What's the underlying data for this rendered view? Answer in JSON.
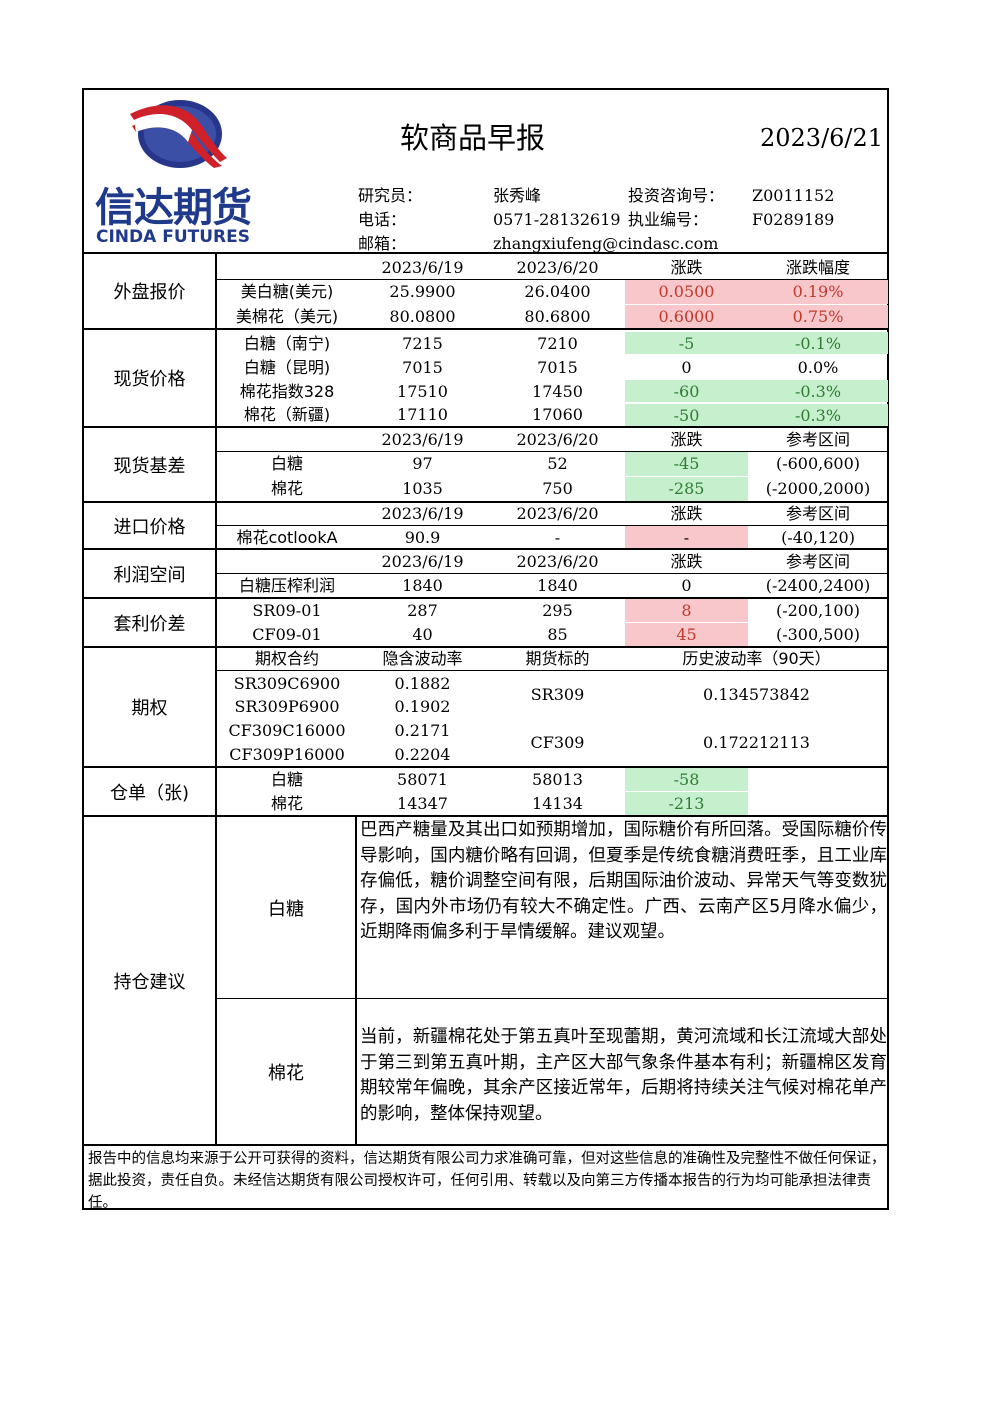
{
  "header": {
    "title": "软商品早报",
    "date": "2023/6/21",
    "logo_cn": "信达期货",
    "logo_en": "CINDA FUTURES",
    "researcher_label": "研究员：",
    "researcher": "张秀峰",
    "consult_label": "投资咨询号：",
    "consult_no": "Z0011152",
    "phone_label": "电话：",
    "phone": "0571-28132619",
    "license_label": "执业编号：",
    "license_no": "F0289189",
    "email_label": "邮箱：",
    "email": "zhangxiufeng@cindasc.com"
  },
  "overseas": {
    "section": "外盘报价",
    "cols": [
      "2023/6/19",
      "2023/6/20",
      "涨跌",
      "涨跌幅度"
    ],
    "rows": [
      {
        "name": "美白糖(美元)",
        "v1": "25.9900",
        "v2": "26.0400",
        "chg": "0.0500",
        "pct": "0.19%"
      },
      {
        "name": "美棉花（美元)",
        "v1": "80.0800",
        "v2": "80.6800",
        "chg": "0.6000",
        "pct": "0.75%"
      }
    ]
  },
  "spot": {
    "section": "现货价格",
    "rows": [
      {
        "name": "白糖（南宁)",
        "v1": "7215",
        "v2": "7210",
        "chg": "-5",
        "pct": "-0.1%"
      },
      {
        "name": "白糖（昆明)",
        "v1": "7015",
        "v2": "7015",
        "chg": "0",
        "pct": "0.0%"
      },
      {
        "name": "棉花指数328",
        "v1": "17510",
        "v2": "17450",
        "chg": "-60",
        "pct": "-0.3%"
      },
      {
        "name": "棉花（新疆)",
        "v1": "17110",
        "v2": "17060",
        "chg": "-50",
        "pct": "-0.3%"
      }
    ]
  },
  "basis": {
    "section": "现货基差",
    "cols": [
      "2023/6/19",
      "2023/6/20",
      "涨跌",
      "参考区间"
    ],
    "rows": [
      {
        "name": "白糖",
        "v1": "97",
        "v2": "52",
        "chg": "-45",
        "range": "(-600,600)"
      },
      {
        "name": "棉花",
        "v1": "1035",
        "v2": "750",
        "chg": "-285",
        "range": "(-2000,2000)"
      }
    ]
  },
  "import": {
    "section": "进口价格",
    "cols": [
      "2023/6/19",
      "2023/6/20",
      "涨跌",
      "参考区间"
    ],
    "rows": [
      {
        "name": "棉花cotlookA",
        "v1": "90.9",
        "v2": "-",
        "chg": "-",
        "range": "(-40,120)"
      }
    ]
  },
  "profit": {
    "section": "利润空间",
    "cols": [
      "2023/6/19",
      "2023/6/20",
      "涨跌",
      "参考区间"
    ],
    "rows": [
      {
        "name": "白糖压榨利润",
        "v1": "1840",
        "v2": "1840",
        "chg": "0",
        "range": "(-2400,2400)"
      }
    ]
  },
  "arbitrage": {
    "section": "套利价差",
    "rows": [
      {
        "name": "SR09-01",
        "v1": "287",
        "v2": "295",
        "chg": "8",
        "range": "(-200,100)"
      },
      {
        "name": "CF09-01",
        "v1": "40",
        "v2": "85",
        "chg": "45",
        "range": "(-300,500)"
      }
    ]
  },
  "options": {
    "section": "期权",
    "cols": [
      "期权合约",
      "隐含波动率",
      "期货标的",
      "历史波动率（90天）"
    ],
    "rows": [
      {
        "contract": "SR309C6900",
        "iv": "0.1882"
      },
      {
        "contract": "SR309P6900",
        "iv": "0.1902"
      },
      {
        "contract": "CF309C16000",
        "iv": "0.2171"
      },
      {
        "contract": "CF309P16000",
        "iv": "0.2204"
      }
    ],
    "underlyings": [
      {
        "name": "SR309",
        "hv": "0.134573842"
      },
      {
        "name": "CF309",
        "hv": "0.172212113"
      }
    ]
  },
  "warehouse": {
    "section": "仓单（张)",
    "rows": [
      {
        "name": "白糖",
        "v1": "58071",
        "v2": "58013",
        "chg": "-58"
      },
      {
        "name": "棉花",
        "v1": "14347",
        "v2": "14134",
        "chg": "-213"
      }
    ]
  },
  "advice": {
    "section": "持仓建议",
    "sugar_label": "白糖",
    "sugar_text": "巴西产糖量及其出口如预期增加，国际糖价有所回落。受国际糖价传导影响，国内糖价略有回调，但夏季是传统食糖消费旺季，且工业库存偏低，糖价调整空间有限，后期国际油价波动、异常天气等变数犹存，国内外市场仍有较大不确定性。广西、云南产区5月降水偏少，近期降雨偏多利于旱情缓解。建议观望。",
    "cotton_label": "棉花",
    "cotton_text": "当前，新疆棉花处于第五真叶至现蕾期，黄河流域和长江流域大部处于第三到第五真叶期，主产区大部气象条件基本有利；新疆棉区发育期较常年偏晚，其余产区接近常年，后期将持续关注气候对棉花单产的影响，整体保持观望。"
  },
  "disclaimer": "报告中的信息均来源于公开可获得的资料，信达期货有限公司力求准确可靠，但对这些信息的准确性及完整性不做任何保证，据此投资，责任自负。未经信达期货有限公司授权许可，任何引用、转载以及向第三方传播本报告的行为均可能承担法律责任。",
  "colors": {
    "up_bg": "#f8c7cc",
    "up_text": "#c0392b",
    "down_bg": "#c6efce",
    "down_text": "#2e7d32",
    "logo_blue": "#1f3a8a",
    "logo_red": "#d0202a"
  }
}
